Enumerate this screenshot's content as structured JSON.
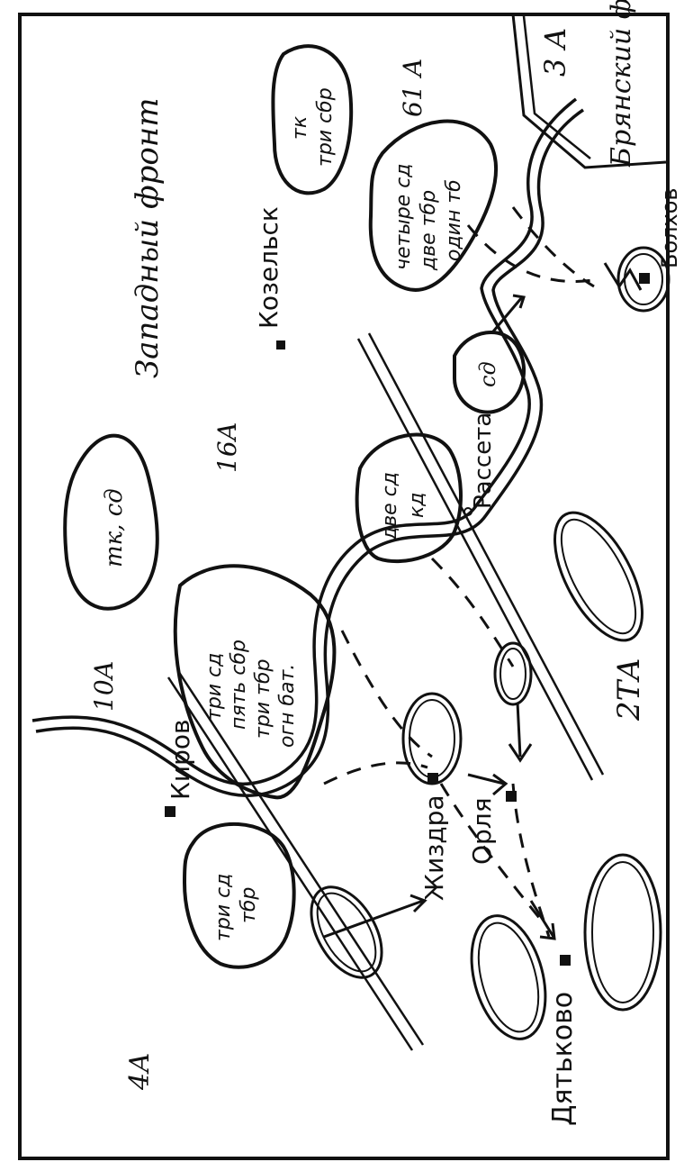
{
  "colors": {
    "ink": "#111111",
    "paper": "#ffffff"
  },
  "fronts": {
    "western": "Западный фронт",
    "bryansk": "Брянский фронт"
  },
  "armies": [
    "4А",
    "10А",
    "16А",
    "61 А",
    "3 А",
    "2ТА"
  ],
  "cities": {
    "kirov": "Киров",
    "kozelsk": "Козельск",
    "bolkhov": "Болхов",
    "zhizdra": "Жиздра",
    "orlya": "Орля",
    "dyatkovo": "Дятьково",
    "rasseta": "Рассета"
  },
  "groupings": {
    "tk_sd": "тк, сд",
    "tk_tri_sbr": [
      "тк",
      "три сбр"
    ],
    "chetyre_sd": [
      "четыре сд",
      "две тбр",
      "один тб"
    ],
    "tri_sd_pyat_sbr": [
      "три сд",
      "пять сбр",
      "три тбр",
      "огн бат."
    ],
    "dve_sd_kd": [
      "две сд",
      "кд"
    ],
    "sd": "сд",
    "tri_sd_tbr": [
      "три сд",
      "тбр"
    ]
  }
}
